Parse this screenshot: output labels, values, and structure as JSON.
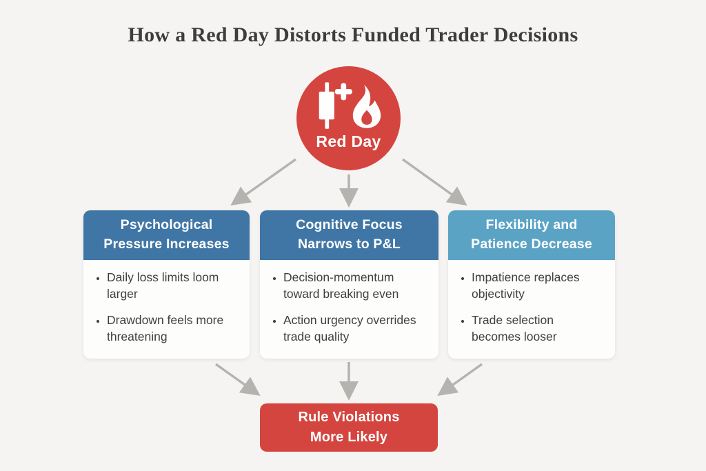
{
  "title": "How a Red Day Distorts Funded Trader Decisions",
  "colors": {
    "background": "#f5f4f2",
    "accent_red": "#d5453f",
    "header_blue_dark": "#4076a5",
    "header_blue_light": "#5ba3c5",
    "card_body": "#fdfdfc",
    "arrow_gray": "#b5b3b0",
    "title_text": "#3d3d3d",
    "bullet_text": "#3f3f3f"
  },
  "root": {
    "label": "Red Day",
    "icon": "candlestick-cross-flame-icon",
    "color": "#d5453f"
  },
  "branches": [
    {
      "header": "Psychological\nPressure Increases",
      "header_color": "#4076a5",
      "bullets": [
        "Daily loss limits loom\nlarger",
        "Drawdown feels more\nthreatening"
      ]
    },
    {
      "header": "Cognitive Focus\nNarrows to P&L",
      "header_color": "#4076a5",
      "bullets": [
        "Decision-momentum\ntoward breaking even",
        "Action urgency overrides\ntrade quality"
      ]
    },
    {
      "header": "Flexibility and\nPatience Decrease",
      "header_color": "#5ba3c5",
      "bullets": [
        "Impatience replaces\nobjectivity",
        "Trade selection\nbecomes looser"
      ]
    }
  ],
  "outcome": {
    "label": "Rule Violations\nMore Likely",
    "color": "#d5453f"
  }
}
